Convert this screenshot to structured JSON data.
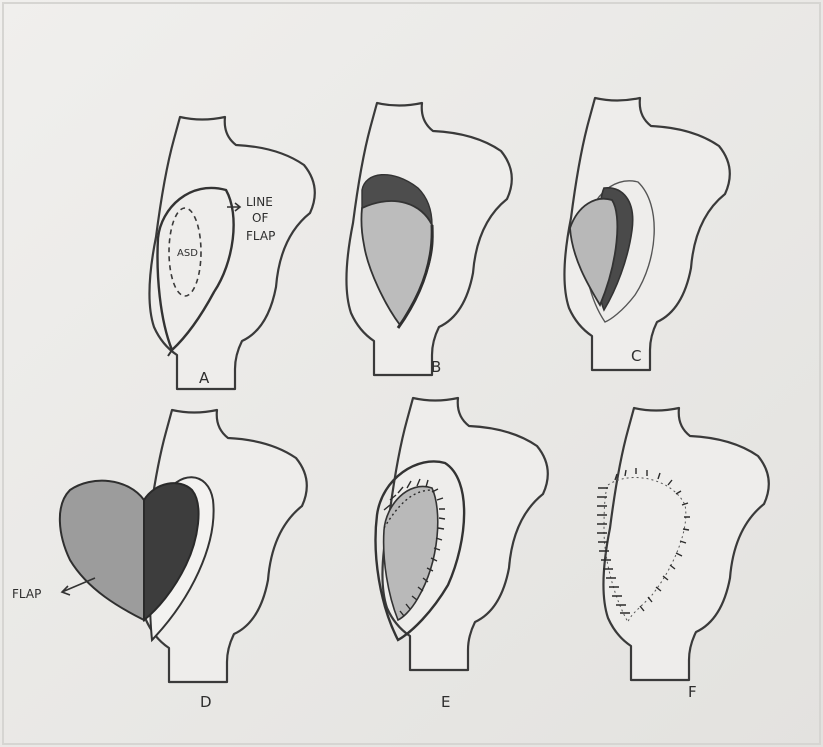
{
  "panels": {
    "a": {
      "letter": "A",
      "annotation_line1": "LINE",
      "annotation_line2": "OF",
      "annotation_line3": "FLAP",
      "defect_label": "ASD"
    },
    "b": {
      "letter": "B"
    },
    "c": {
      "letter": "C"
    },
    "d": {
      "letter": "D",
      "flap_label": "FLAP"
    },
    "e": {
      "letter": "E"
    },
    "f": {
      "letter": "F"
    }
  },
  "colors": {
    "paper": "#e9e8e6",
    "atrium": "#eeedeb",
    "pencil_line": "#3a3a3a",
    "light_shade": "#bdbdbd",
    "mid_shade": "#9a9a9a",
    "dark_shade": "#4a4a4a"
  }
}
